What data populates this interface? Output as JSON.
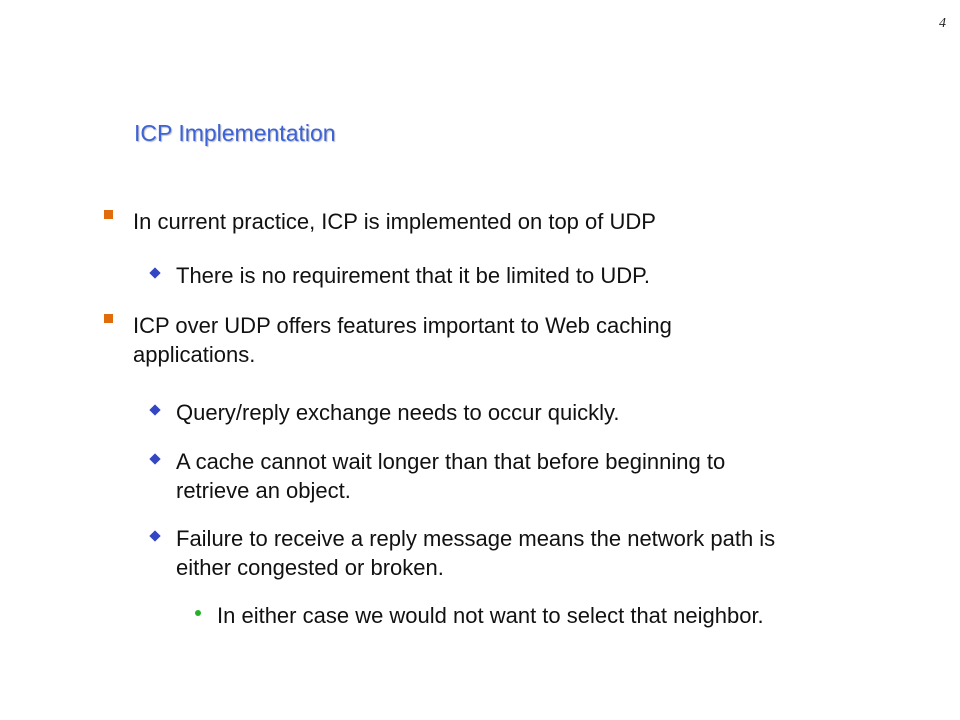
{
  "slide": {
    "page_number": "4",
    "title": "ICP Implementation",
    "bullet_1": "In current practice, ICP is implemented on top of UDP",
    "bullet_1_1": "There is no requirement that it be limited to UDP.",
    "bullet_2_line_1": "ICP over UDP offers features important to Web caching",
    "bullet_2_line_2": "applications.",
    "bullet_2_1": "Query/reply exchange needs to occur quickly.",
    "bullet_2_2_line_1": "A cache cannot wait longer than that before beginning to",
    "bullet_2_2_line_2": "retrieve an object.",
    "bullet_2_3_line_1": "Failure  to receive a reply message means  the network path is",
    "bullet_2_3_line_2": "either congested or broken.",
    "bullet_2_3_1": "In either case we would not want to select that neighbor."
  },
  "colors": {
    "title": "#3d63d8",
    "level1_bullet": "#e06c0c",
    "level2_bullet": "#3346c4",
    "level3_bullet": "#22b22a"
  },
  "icons": {
    "level1": "orange-square-bullet-icon",
    "level2": "blue-diamond-bullet-icon",
    "level3": "green-dot-bullet-icon"
  }
}
